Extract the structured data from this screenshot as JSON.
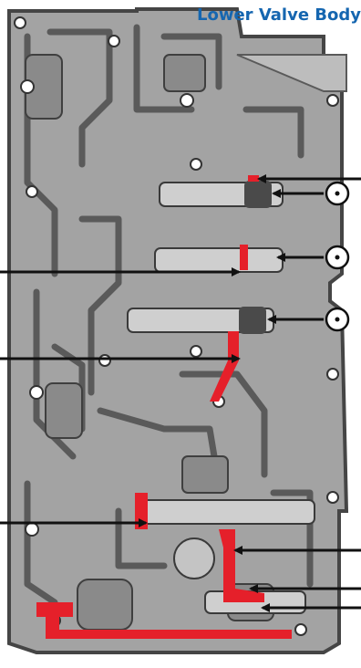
{
  "title": "Lower Valve Body",
  "colors": {
    "title": "#1566b0",
    "casting": "#a3a3a3",
    "casting_dark": "#454545",
    "passage": "#7a7a7a",
    "highlight": "#e5202a",
    "arrow": "#111111"
  },
  "callouts": [
    {
      "id": "a1",
      "kind": "pointer",
      "side": "right"
    },
    {
      "id": "a2",
      "kind": "check-ball",
      "side": "right"
    },
    {
      "id": "a3",
      "kind": "check-ball",
      "side": "right"
    },
    {
      "id": "a4",
      "kind": "pointer",
      "side": "left"
    },
    {
      "id": "a5",
      "kind": "check-ball",
      "side": "right"
    },
    {
      "id": "a6",
      "kind": "pointer",
      "side": "left"
    },
    {
      "id": "a7",
      "kind": "pointer",
      "side": "left"
    },
    {
      "id": "a8",
      "kind": "pointer",
      "side": "right"
    },
    {
      "id": "a9",
      "kind": "pointer",
      "side": "right"
    },
    {
      "id": "a10",
      "kind": "pointer",
      "side": "right"
    }
  ]
}
